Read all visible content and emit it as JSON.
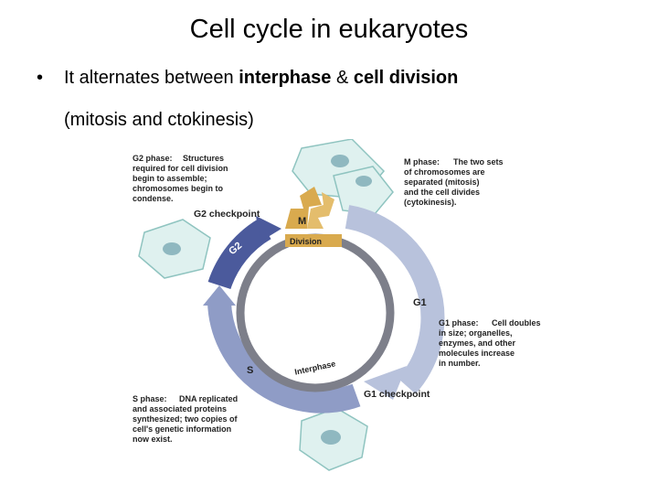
{
  "slide": {
    "title": "Cell cycle in eukaryotes",
    "bullet_prefix": "It alternates between ",
    "bullet_bold1": "interphase",
    "bullet_mid": " & ",
    "bullet_bold2": "cell division",
    "bullet_line2": "(mitosis and ctokinesis)"
  },
  "figure": {
    "g2_phase": {
      "title": "G2 phase:",
      "lines": [
        "Structures",
        "required for cell division",
        "begin to assemble;",
        "chromosomes begin to",
        "condense."
      ]
    },
    "m_phase": {
      "title": "M phase:",
      "lines": [
        "The two sets",
        "of chromosomes are",
        "separated (mitosis)",
        "and the cell divides",
        "(cytokinesis)."
      ]
    },
    "g1_phase": {
      "title": "G1 phase:",
      "lines": [
        "Cell doubles",
        "in size; organelles,",
        "enzymes, and other",
        "molecules increase",
        "in number."
      ]
    },
    "s_phase": {
      "title": "S phase:",
      "lines": [
        "DNA replicated",
        "and associated proteins",
        "synthesized; two copies of",
        "cell's genetic information",
        "now exist."
      ]
    },
    "g2_checkpoint": "G2 checkpoint",
    "g1_checkpoint": "G1 checkpoint",
    "label_m": "M",
    "label_division": "Division",
    "label_g2": "G2",
    "label_g1": "G1",
    "label_s": "S",
    "label_interphase": "Interphase",
    "colors": {
      "arc_light": "#b8c2dc",
      "arc_mid": "#8f9cc6",
      "arc_dark": "#4b5a9c",
      "inner_ring": "#7d7f8a",
      "m_arrow": "#d9aa4e",
      "cell_fill": "#dff1ef",
      "cell_border": "#8fc4c0",
      "nucleus": "#8fb8c0"
    }
  }
}
